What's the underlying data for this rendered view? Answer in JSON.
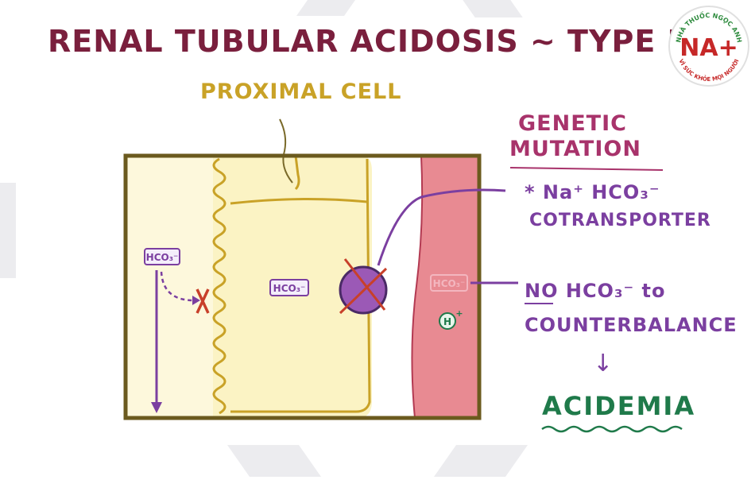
{
  "colors": {
    "title": "#7a1f3d",
    "cell_label": "#c9a227",
    "genetic": "#a8336b",
    "purple": "#7b3fa0",
    "green": "#1f7a4a",
    "outline": "#6b5a1e",
    "cytoplasm": "#fbf3c4",
    "blood": "#e88a92",
    "x_mark": "#c8402a"
  },
  "title": "RENAL TUBULAR ACIDOSIS ~ TYPE II",
  "cell_label": "PROXIMAL CELL",
  "genetic_mutation": {
    "line1": "GENETIC",
    "line2": "MUTATION"
  },
  "cotransporter": {
    "line1": "* Na⁺ HCO₃⁻",
    "line2": "COTRANSPORTER"
  },
  "no_bicarb": {
    "no": "NO",
    "rest": " HCO₃⁻ to",
    "line2": "COUNTERBALANCE"
  },
  "arrow": "↓",
  "acidemia": "ACIDEMIA",
  "labels": {
    "hco3_lumen": "HCO₃⁻",
    "hco3_cell": "HCO₃⁻",
    "hco3_blood": "HCO₃⁻",
    "h_ion": "H",
    "plus": "+"
  },
  "logo": {
    "top_text": "NHÀ THUỐC NGỌC ANH",
    "mark": "NA+",
    "bottom_text": "VÌ SỨC KHỎE MỌI NGƯỜI"
  }
}
